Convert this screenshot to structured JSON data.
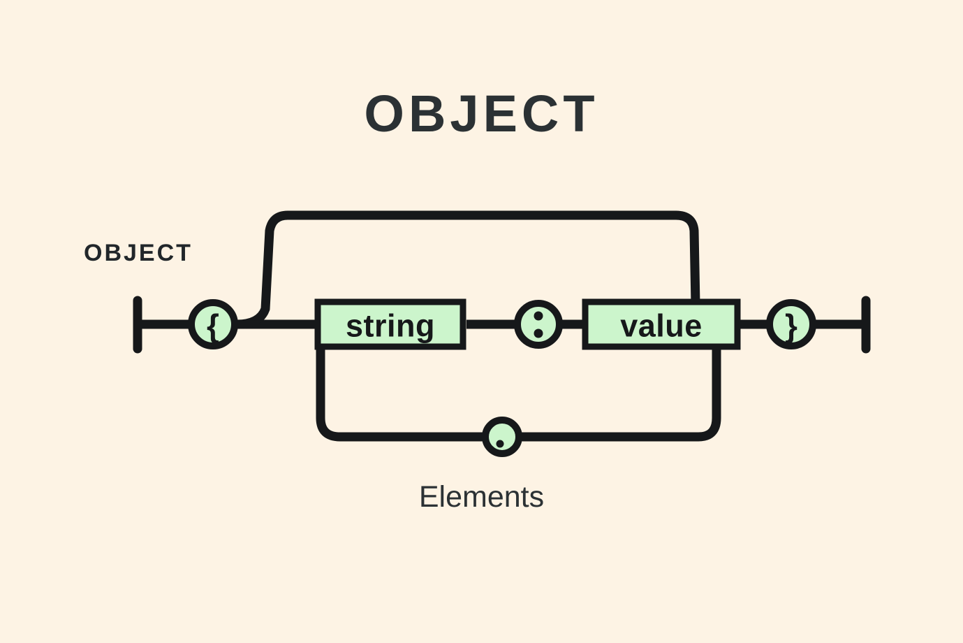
{
  "page": {
    "title": "OBJECT",
    "background_color": "#fdf3e4",
    "ink_color": "#16181a",
    "node_fill_color": "#ccf5cc",
    "caption": "Elements",
    "rule_label": "OBJECT"
  },
  "diagram": {
    "type": "railroad-syntax-diagram",
    "nodes": [
      {
        "id": "start-terminal",
        "kind": "terminal-bar",
        "label": ""
      },
      {
        "id": "open-brace",
        "kind": "circle-token",
        "label": "{"
      },
      {
        "id": "string",
        "kind": "box-token",
        "label": "string"
      },
      {
        "id": "colon",
        "kind": "circle-token",
        "label": ":"
      },
      {
        "id": "value",
        "kind": "box-token",
        "label": "value"
      },
      {
        "id": "close-brace",
        "kind": "circle-token",
        "label": "}"
      },
      {
        "id": "comma",
        "kind": "circle-token",
        "label": ","
      },
      {
        "id": "end-terminal",
        "kind": "terminal-bar",
        "label": ""
      }
    ],
    "paths": [
      {
        "id": "main-line",
        "from": "start-terminal",
        "to": "end-terminal"
      },
      {
        "id": "empty-object-bypass",
        "from": "open-brace",
        "to": "close-brace"
      },
      {
        "id": "repeat-loop",
        "from": "value",
        "to": "string",
        "via": "comma"
      }
    ]
  }
}
